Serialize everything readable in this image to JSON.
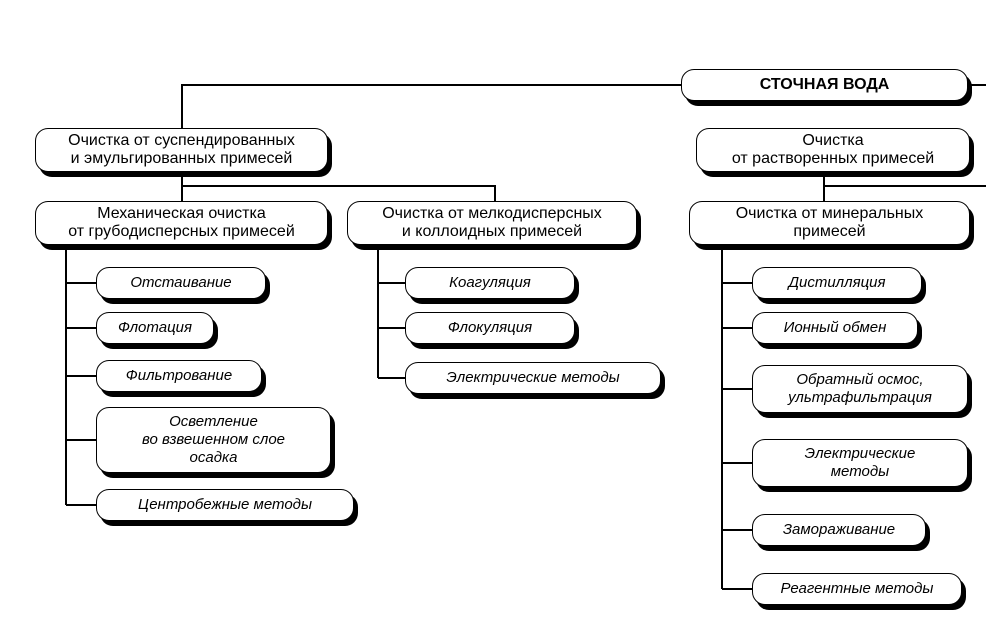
{
  "root": "СТОЧНАЯ ВОДА",
  "suspended": {
    "title": "Очистка от суспендированных\nи эмульгированных примесей",
    "mechanical": {
      "title": "Механическая очистка\nот грубодисперсных примесей",
      "methods": [
        "Отстаивание",
        "Флотация",
        "Фильтрование",
        "Осветление\nво взвешенном слое\nосадка",
        "Центробежные методы"
      ]
    },
    "fine": {
      "title": "Очистка от мелкодисперсных\nи коллоидных примесей",
      "methods": [
        "Коагуляция",
        "Флокуляция",
        "Электрические методы"
      ]
    }
  },
  "dissolved": {
    "title": "Очистка\nот растворенных примесей",
    "mineral": {
      "title": "Очистка от минеральных\nпримесей",
      "methods": [
        "Дистилляция",
        "Ионный обмен",
        "Обратный осмос,\nультрафильтрация",
        "Электрические\nметоды",
        "Замораживание",
        "Реагентные методы"
      ]
    }
  }
}
